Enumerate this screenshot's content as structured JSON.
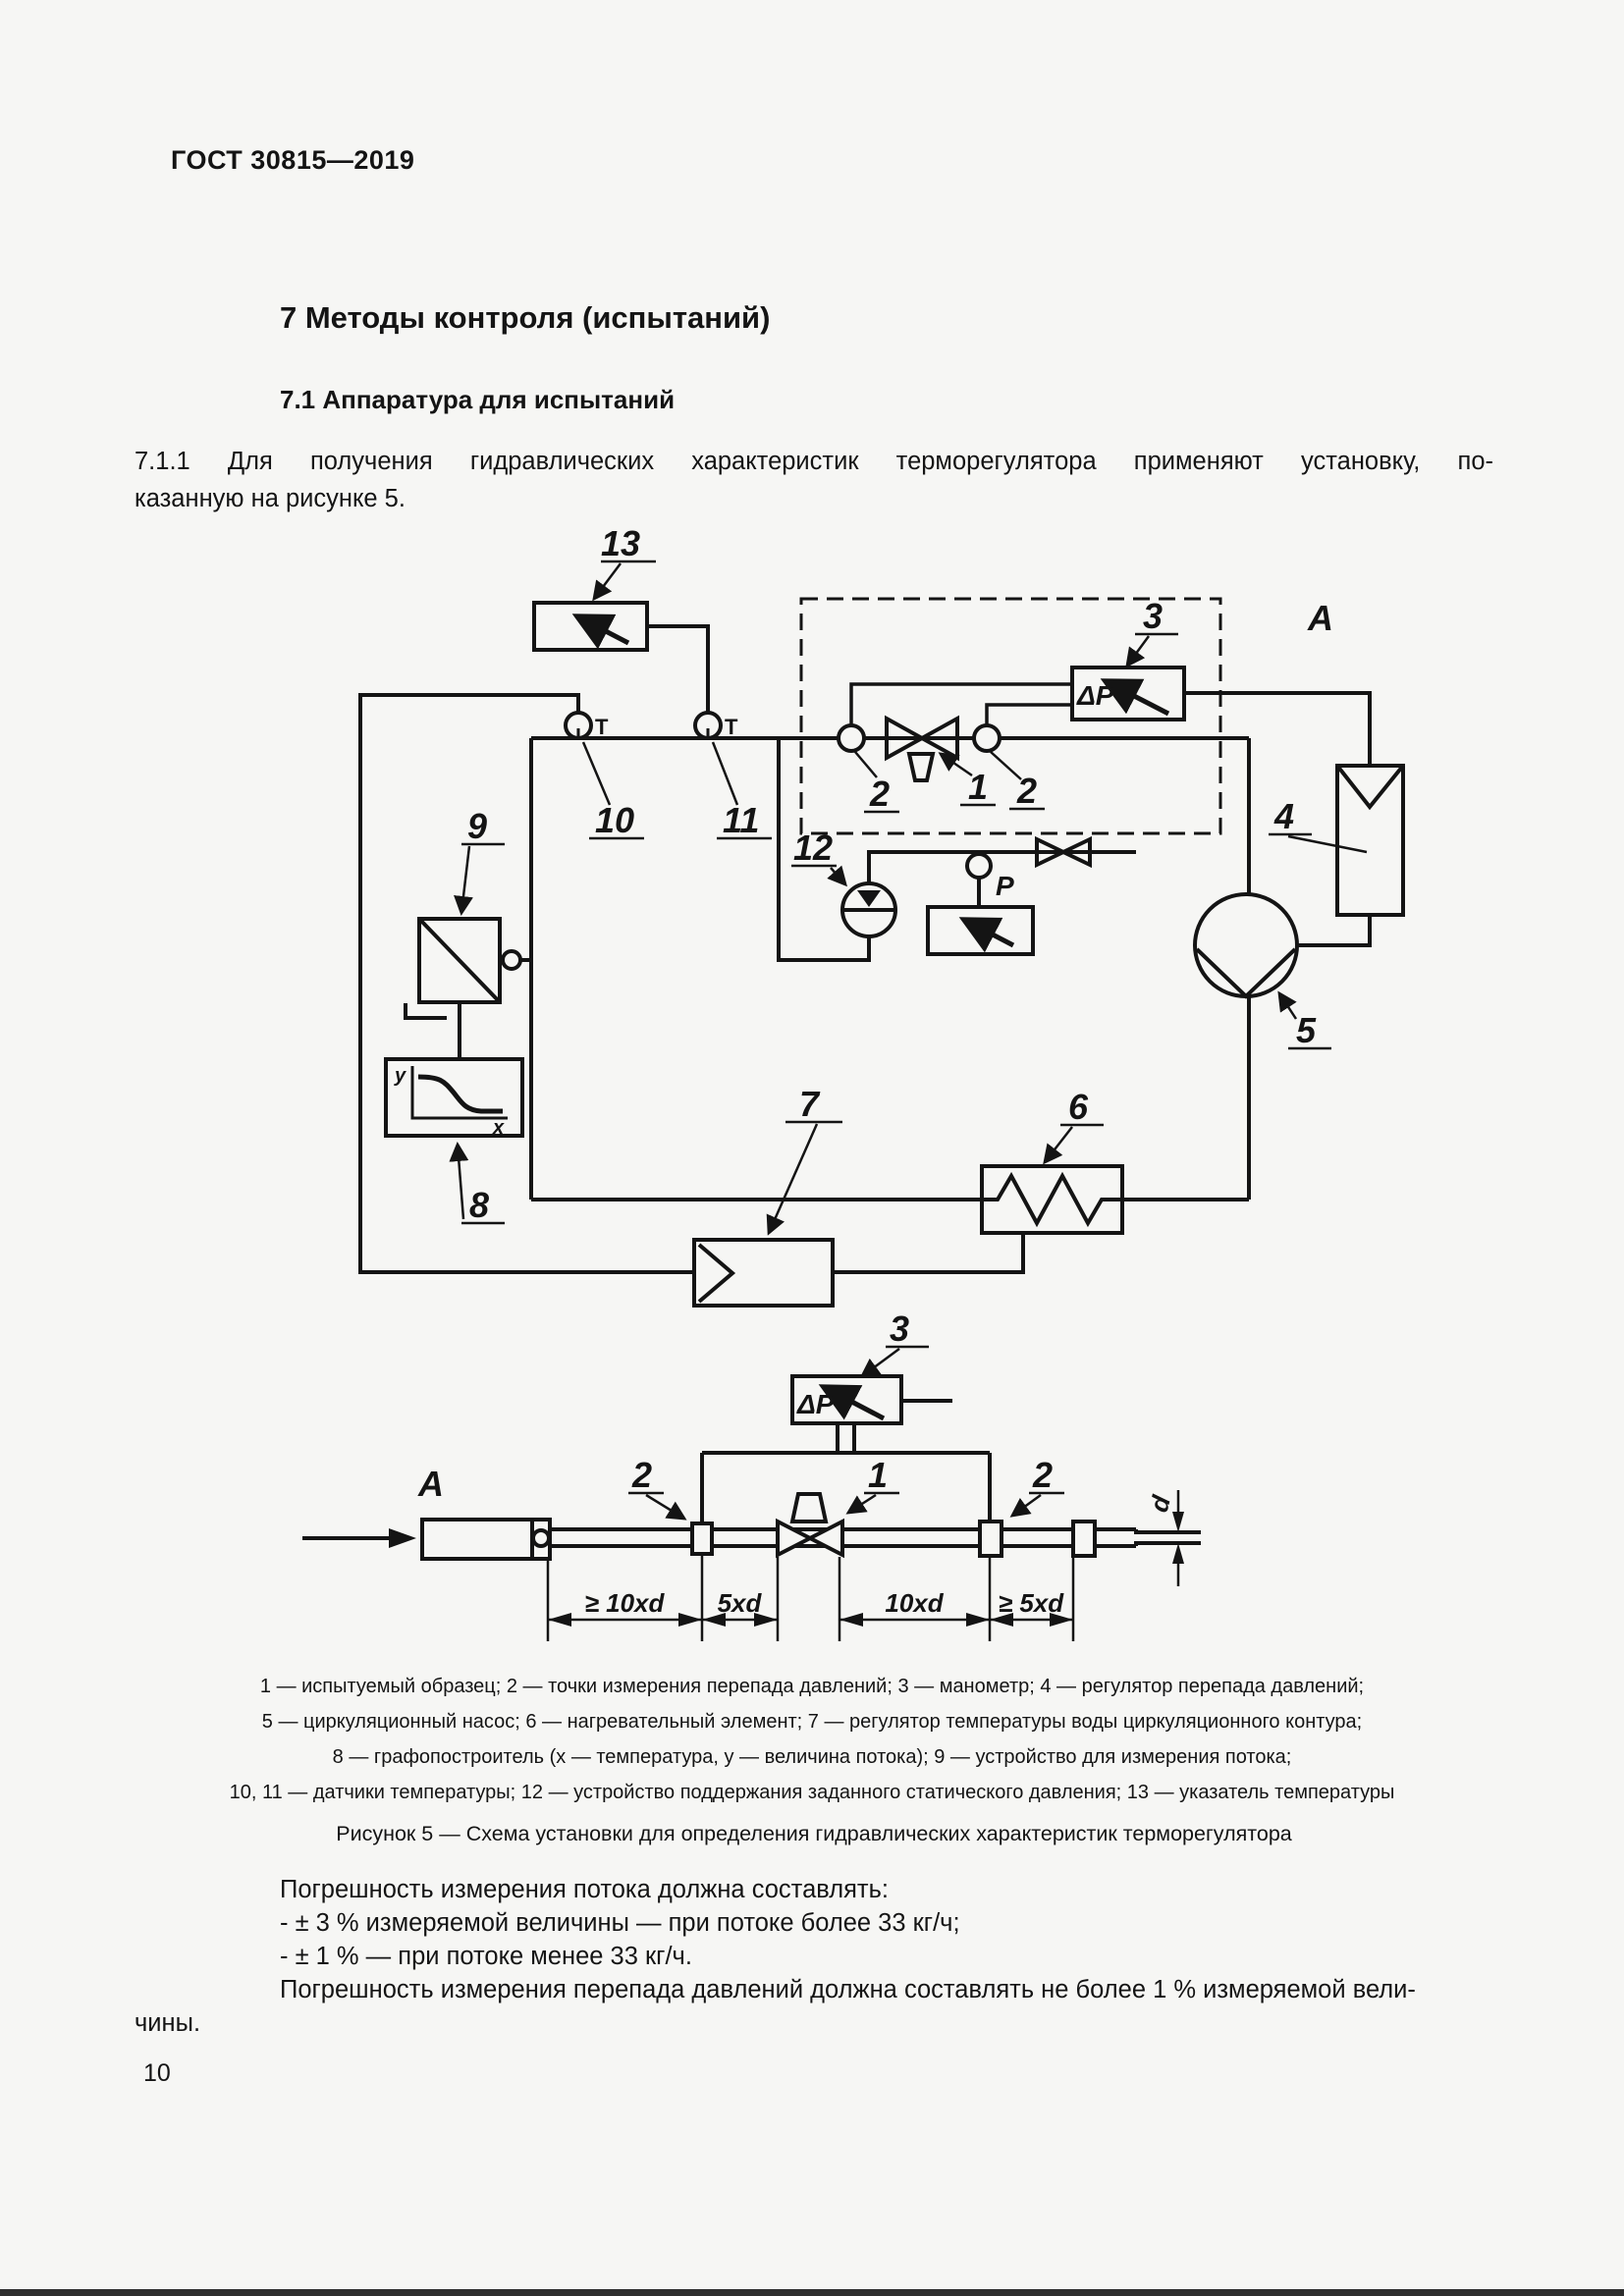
{
  "page": {
    "header": "ГОСТ 30815—2019",
    "page_number": "10"
  },
  "section": {
    "h1": "7 Методы контроля (испытаний)",
    "h2": "7.1 Аппаратура для испытаний",
    "para_7_1_1": [
      "7.1.1 Для получения гидравлических характеристик терморегулятора применяют установку, по-",
      "казанную на рисунке 5."
    ]
  },
  "figure": {
    "caption": "Рисунок 5 — Схема установки для определения гидравлических характеристик терморегулятора",
    "legend": [
      "1 — испытуемый образец; 2 — точки измерения перепада давлений; 3 — манометр; 4 — регулятор перепада давлений;",
      "5 — циркуляционный насос; 6 — нагревательный элемент; 7 — регулятор температуры воды циркуляционного контура;",
      "8 — графопостроитель (x — температура, y — величина потока); 9 — устройство для измерения потока;",
      "10, 11 — датчики температуры; 12 — устройство поддержания заданного статического давления; 13 — указатель температуры"
    ],
    "labels": {
      "l1": "1",
      "l2a": "2",
      "l2b": "2",
      "l3": "3",
      "l4": "4",
      "l5": "5",
      "l6": "6",
      "l7": "7",
      "l8": "8",
      "l9": "9",
      "l10": "10",
      "l11": "11",
      "l12": "12",
      "l13": "13",
      "zoneA": "А",
      "dp": "ΔP",
      "p": "P",
      "t1": "T",
      "t2": "T",
      "axis_y": "y",
      "axis_x": "x"
    },
    "lower_labels": {
      "l1": "1",
      "l2a": "2",
      "l2b": "2",
      "l3": "3",
      "zoneA": "А",
      "dp": "ΔP",
      "dim1": "≥ 10xd",
      "dim2": "5xd",
      "dim3": "10xd",
      "dim4": "≥ 5xd",
      "d": "d"
    }
  },
  "accuracy": {
    "lines": [
      "Погрешность измерения потока должна составлять:",
      "- ± 3 % измеряемой величины — при потоке более 33 кг/ч;",
      "- ± 1 % — при потоке менее 33 кг/ч.",
      "Погрешность измерения перепада давлений должна составлять не более 1 % измеряемой вели-",
      "чины."
    ]
  }
}
